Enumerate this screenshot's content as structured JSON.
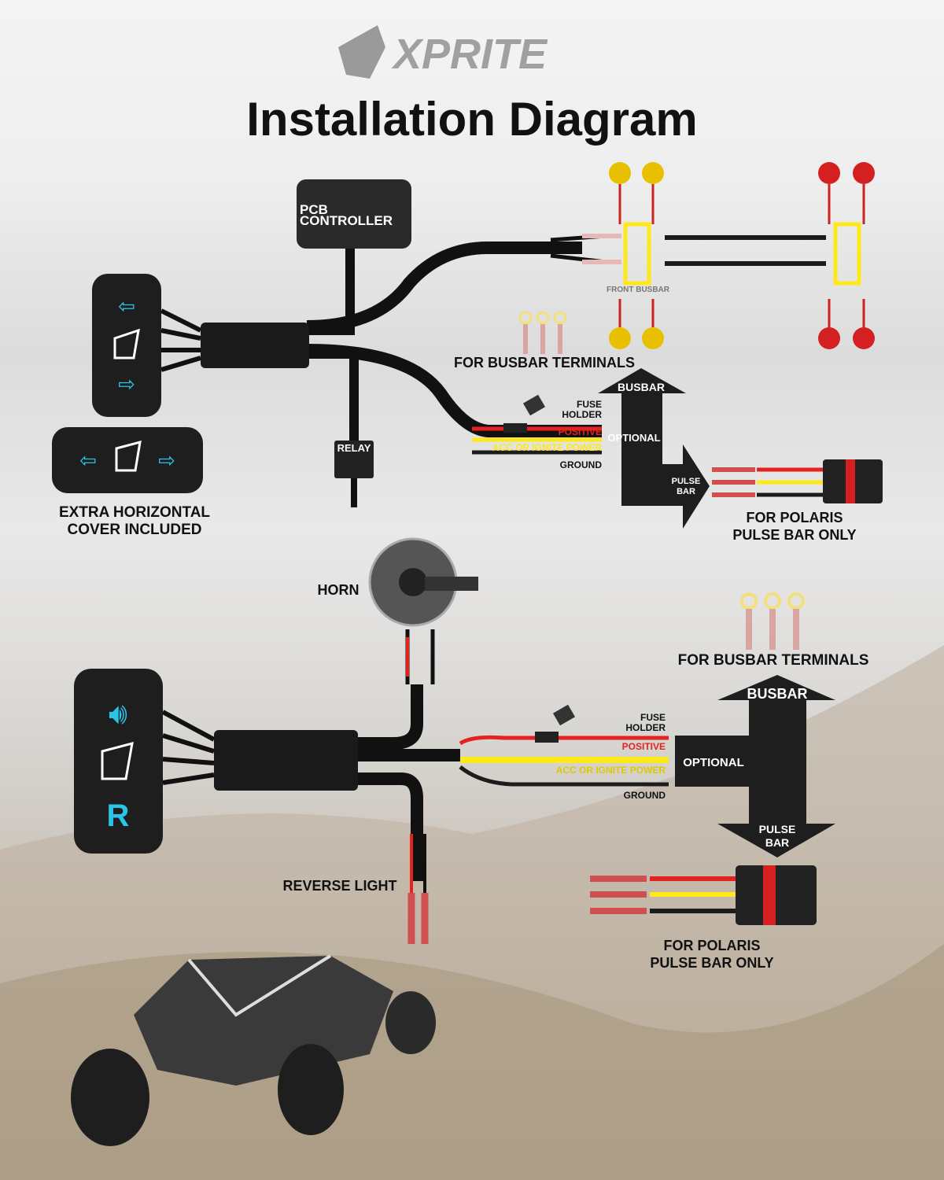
{
  "brand": {
    "name": "XPRITE"
  },
  "title": "Installation Diagram",
  "top": {
    "pcb_controller": "PCB CONTROLLER",
    "pcb_line1": "PCB",
    "pcb_line2": "CONTROLLER",
    "relay": "RELAY",
    "front_busbar": "FRONT BUSBAR",
    "for_busbar_terminals": "FOR BUSBAR TERMINALS",
    "fuse_holder_1": "FUSE",
    "fuse_holder_2": "HOLDER",
    "positive": "POSITIVE",
    "acc": "ACC OR IGNITE POWER",
    "ground": "GROUND",
    "busbar": "BUSBAR",
    "optional": "OPTIONAL",
    "pulse_1": "PULSE",
    "pulse_2": "BAR",
    "polaris_1": "FOR POLARIS",
    "polaris_2": "PULSE BAR ONLY",
    "cover_1": "EXTRA HORIZONTAL",
    "cover_2": "COVER INCLUDED"
  },
  "bottom": {
    "horn": "HORN",
    "reverse_light": "REVERSE LIGHT",
    "for_busbar_terminals": "FOR BUSBAR TERMINALS",
    "fuse_holder_1": "FUSE",
    "fuse_holder_2": "HOLDER",
    "positive": "POSITIVE",
    "acc": "ACC OR IGNITE POWER",
    "ground": "GROUND",
    "busbar": "BUSBAR",
    "optional": "OPTIONAL",
    "pulse_1": "PULSE",
    "pulse_2": "BAR",
    "polaris_1": "FOR POLARIS",
    "polaris_2": "PULSE BAR ONLY"
  },
  "colors": {
    "icon_blue": "#29c4e8",
    "red": "#e52222",
    "yellow": "#ffe81a",
    "black": "#1c1c1c"
  }
}
